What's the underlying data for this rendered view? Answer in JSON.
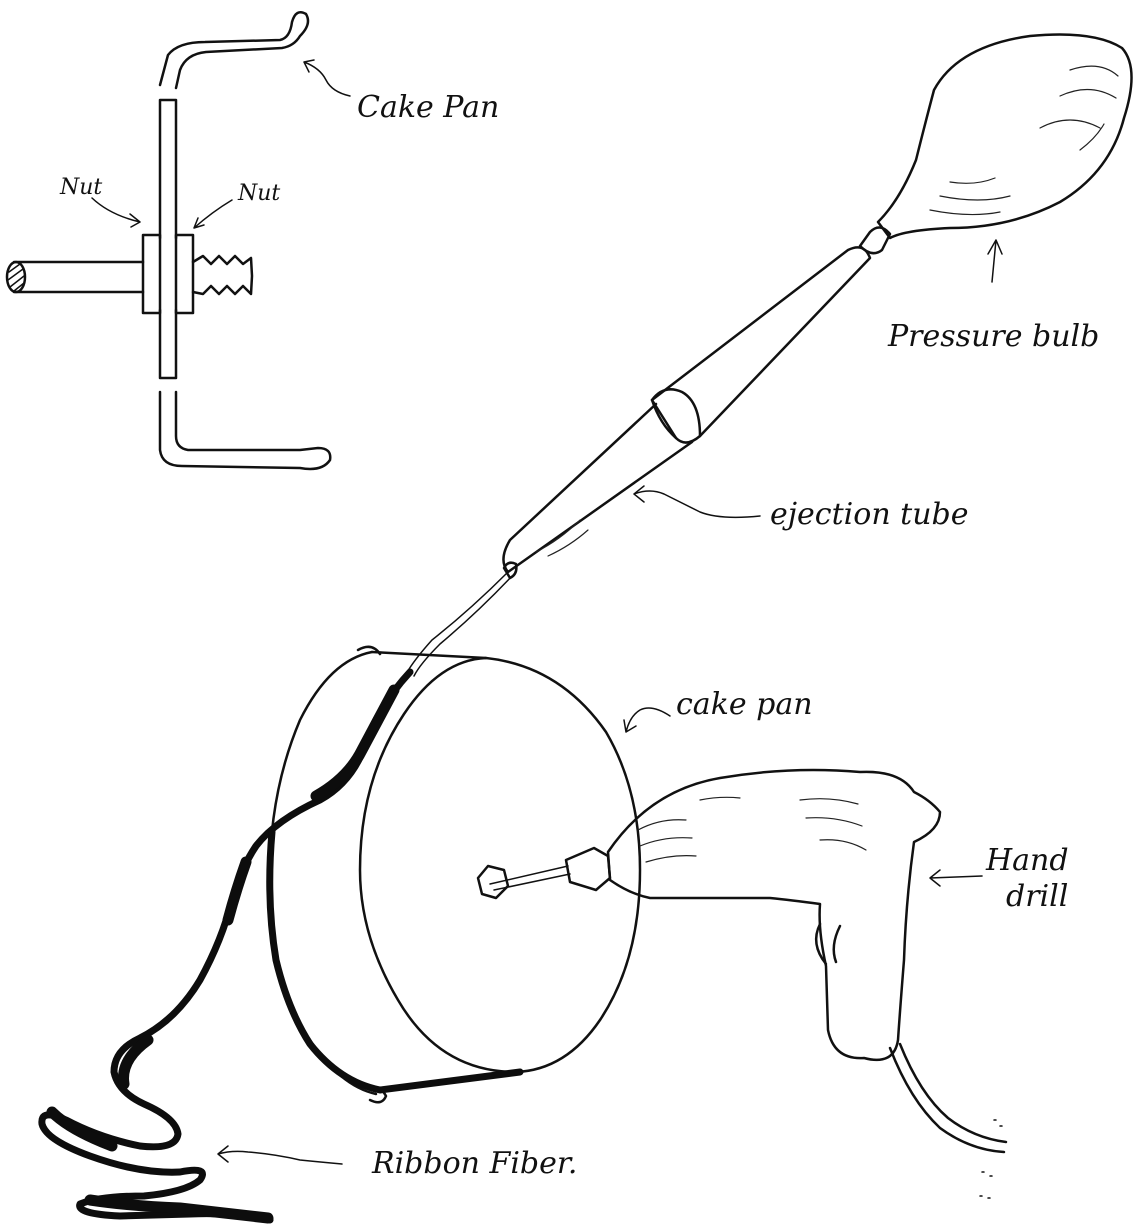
{
  "labels": {
    "cake_pan_top": "Cake Pan",
    "nut_left": "Nut",
    "nut_right": "Nut",
    "pressure_bulb": "Pressure bulb",
    "ejection_tube": "ejection tube",
    "cake_pan_main": "cake pan",
    "hand_drill_line1": "Hand",
    "hand_drill_line2": "drill",
    "ribbon_fiber": "Ribbon Fiber."
  },
  "colors": {
    "ink": "#111111",
    "paper": "#ffffff"
  }
}
